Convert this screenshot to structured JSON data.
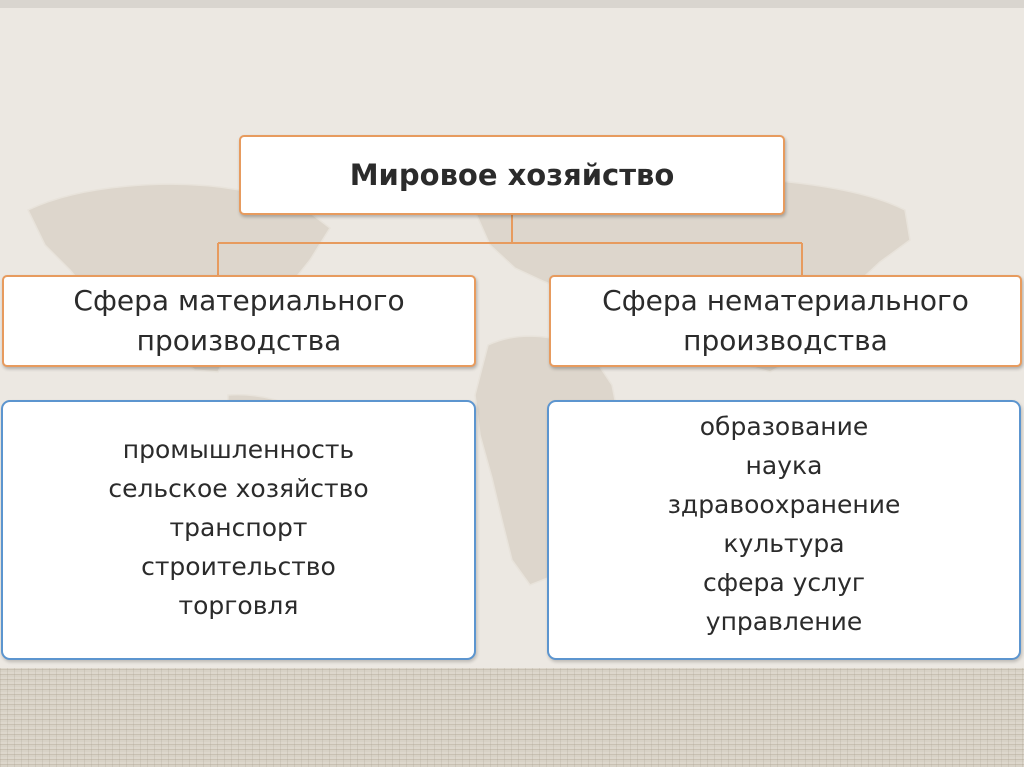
{
  "title": "Мировое хозяйство",
  "left_sphere": {
    "title_line1": "Сфера материального",
    "title_line2": "производства",
    "items": [
      "промышленность",
      "сельское хозяйство",
      "транспорт",
      "строительство",
      "торговля"
    ]
  },
  "right_sphere": {
    "title_line1": "Сфера нематериального",
    "title_line2": "производства",
    "items": [
      "образование",
      "наука",
      "здравоохранение",
      "культура",
      "сфера услуг",
      "управление"
    ]
  },
  "colors": {
    "background": "#ece8e2",
    "map": "#ddd6cc",
    "connector": "#e79b5e",
    "orange_border": "#e79b5e",
    "blue_border": "#5c95cf",
    "text": "#2b2b2b"
  },
  "icons": [
    "world-map-background"
  ]
}
